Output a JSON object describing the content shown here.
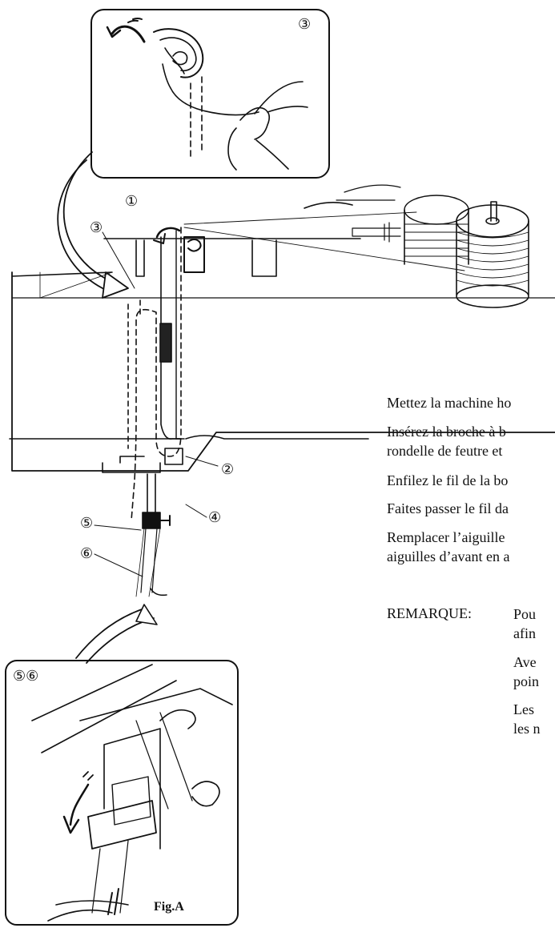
{
  "callouts": {
    "n1": "①",
    "n2": "②",
    "n3": "③",
    "n3_box": "③",
    "n4": "④",
    "n5": "⑤",
    "n6": "⑥",
    "n56_box": "⑤⑥"
  },
  "figure_label": "Fig.A",
  "instructions": [
    "Mettez la machine ho",
    "Insérez la broche à b",
    "rondelle de feutre et",
    "Enfilez le fil de la bo",
    "Faites passer le fil da",
    "Remplacer l’aiguille",
    "aiguilles d’avant en a"
  ],
  "remarque": {
    "label": "REMARQUE:",
    "lines": [
      "Pou",
      "afin",
      "Ave",
      "poin",
      "Les",
      "les n"
    ]
  }
}
